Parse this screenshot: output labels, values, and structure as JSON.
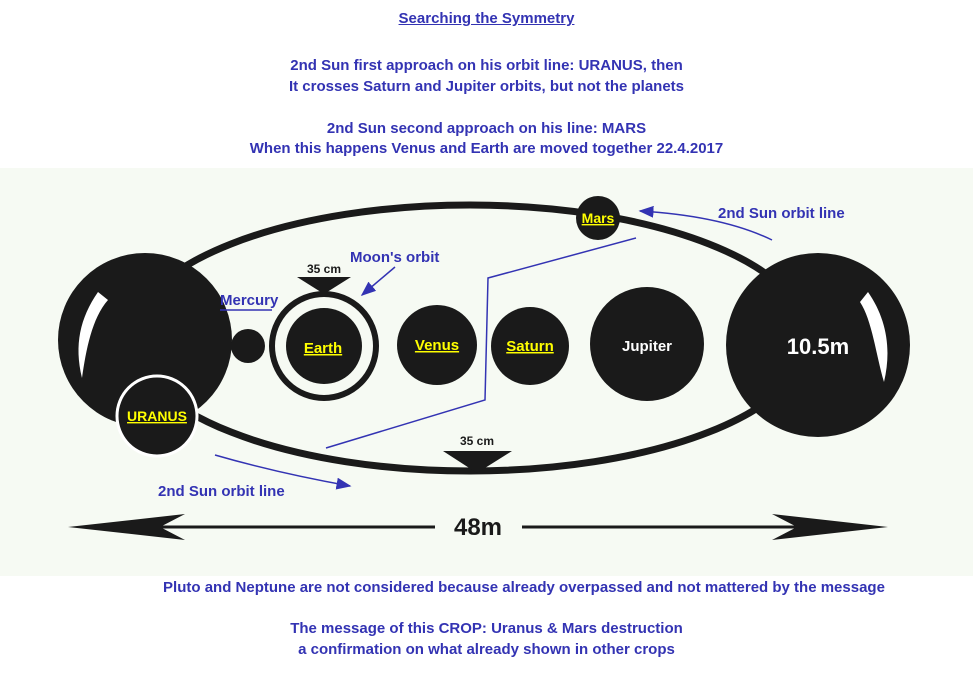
{
  "header": {
    "title": "Searching the Symmetry",
    "line1": "2nd Sun first approach on his orbit line: URANUS, then",
    "line2": "It crosses Saturn and Jupiter orbits, but not the planets",
    "line3": "2nd Sun second approach on his line: MARS",
    "line4": "When this happens Venus and Earth are moved together 22.4.2017"
  },
  "diagram": {
    "planets": {
      "mars": "Mars",
      "earth": "Earth",
      "venus": "Venus",
      "saturn": "Saturn",
      "jupiter": "Jupiter",
      "uranus": "URANUS",
      "sun": "10.5m"
    },
    "labels": {
      "mercury": "Mercury",
      "moon_orbit": "Moon's orbit",
      "orbit_line_top": "2nd Sun orbit line",
      "orbit_line_bottom": "2nd Sun orbit line",
      "measure_top": "35 cm",
      "measure_bottom": "35 cm",
      "width": "48m"
    },
    "colors": {
      "ink": "#1a1a1a",
      "annotation": "#3333b3",
      "highlight": "#ffff00",
      "backdrop": "#f6faf3"
    }
  },
  "footer": {
    "note": "Pluto and Neptune are not considered because already overpassed and not mattered by the message",
    "line1": "The message of this CROP: Uranus & Mars destruction",
    "line2": "a confirmation on what already shown  in other crops"
  }
}
